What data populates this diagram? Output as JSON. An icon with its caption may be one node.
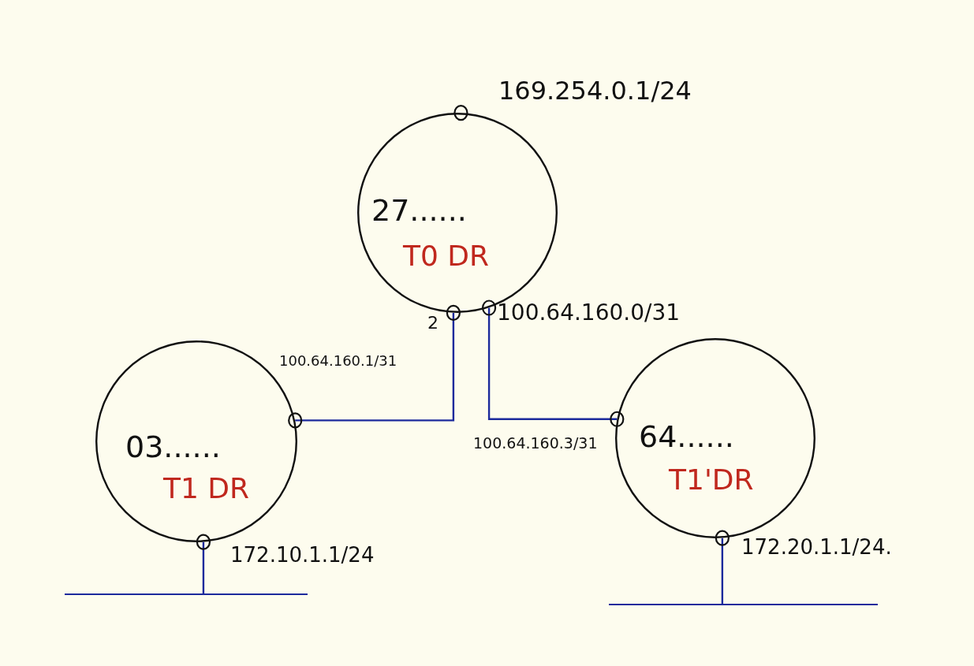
{
  "diagram": {
    "nodes": [
      {
        "text": [
          "27......",
          "T0 DR"
        ],
        "beside": [
          "169.254.0.1/24",
          "2",
          "100.64.160.0/31"
        ]
      },
      {
        "text": [
          "03......",
          "T1 DR"
        ],
        "beside": [
          "100.64.160.1/31",
          "172.10.1.1/24"
        ]
      },
      {
        "text": [
          "64......",
          "T1'DR"
        ],
        "beside": [
          "100.64.160.3/31",
          "172.20.1.1/24."
        ]
      },
      {
        "text": [],
        "shape": "bar"
      },
      {
        "text": [],
        "shape": "bar"
      }
    ],
    "edges": [
      {
        "from": 0,
        "to": 1,
        "arrow": "none",
        "color": "#1c2a9c"
      },
      {
        "from": 0,
        "to": 2,
        "arrow": "none",
        "color": "#1c2a9c"
      },
      {
        "from": 1,
        "to": 3,
        "arrow": "none",
        "color": "#1c2a9c"
      },
      {
        "from": 2,
        "to": 4,
        "arrow": "none",
        "color": "#1c2a9c"
      }
    ]
  }
}
